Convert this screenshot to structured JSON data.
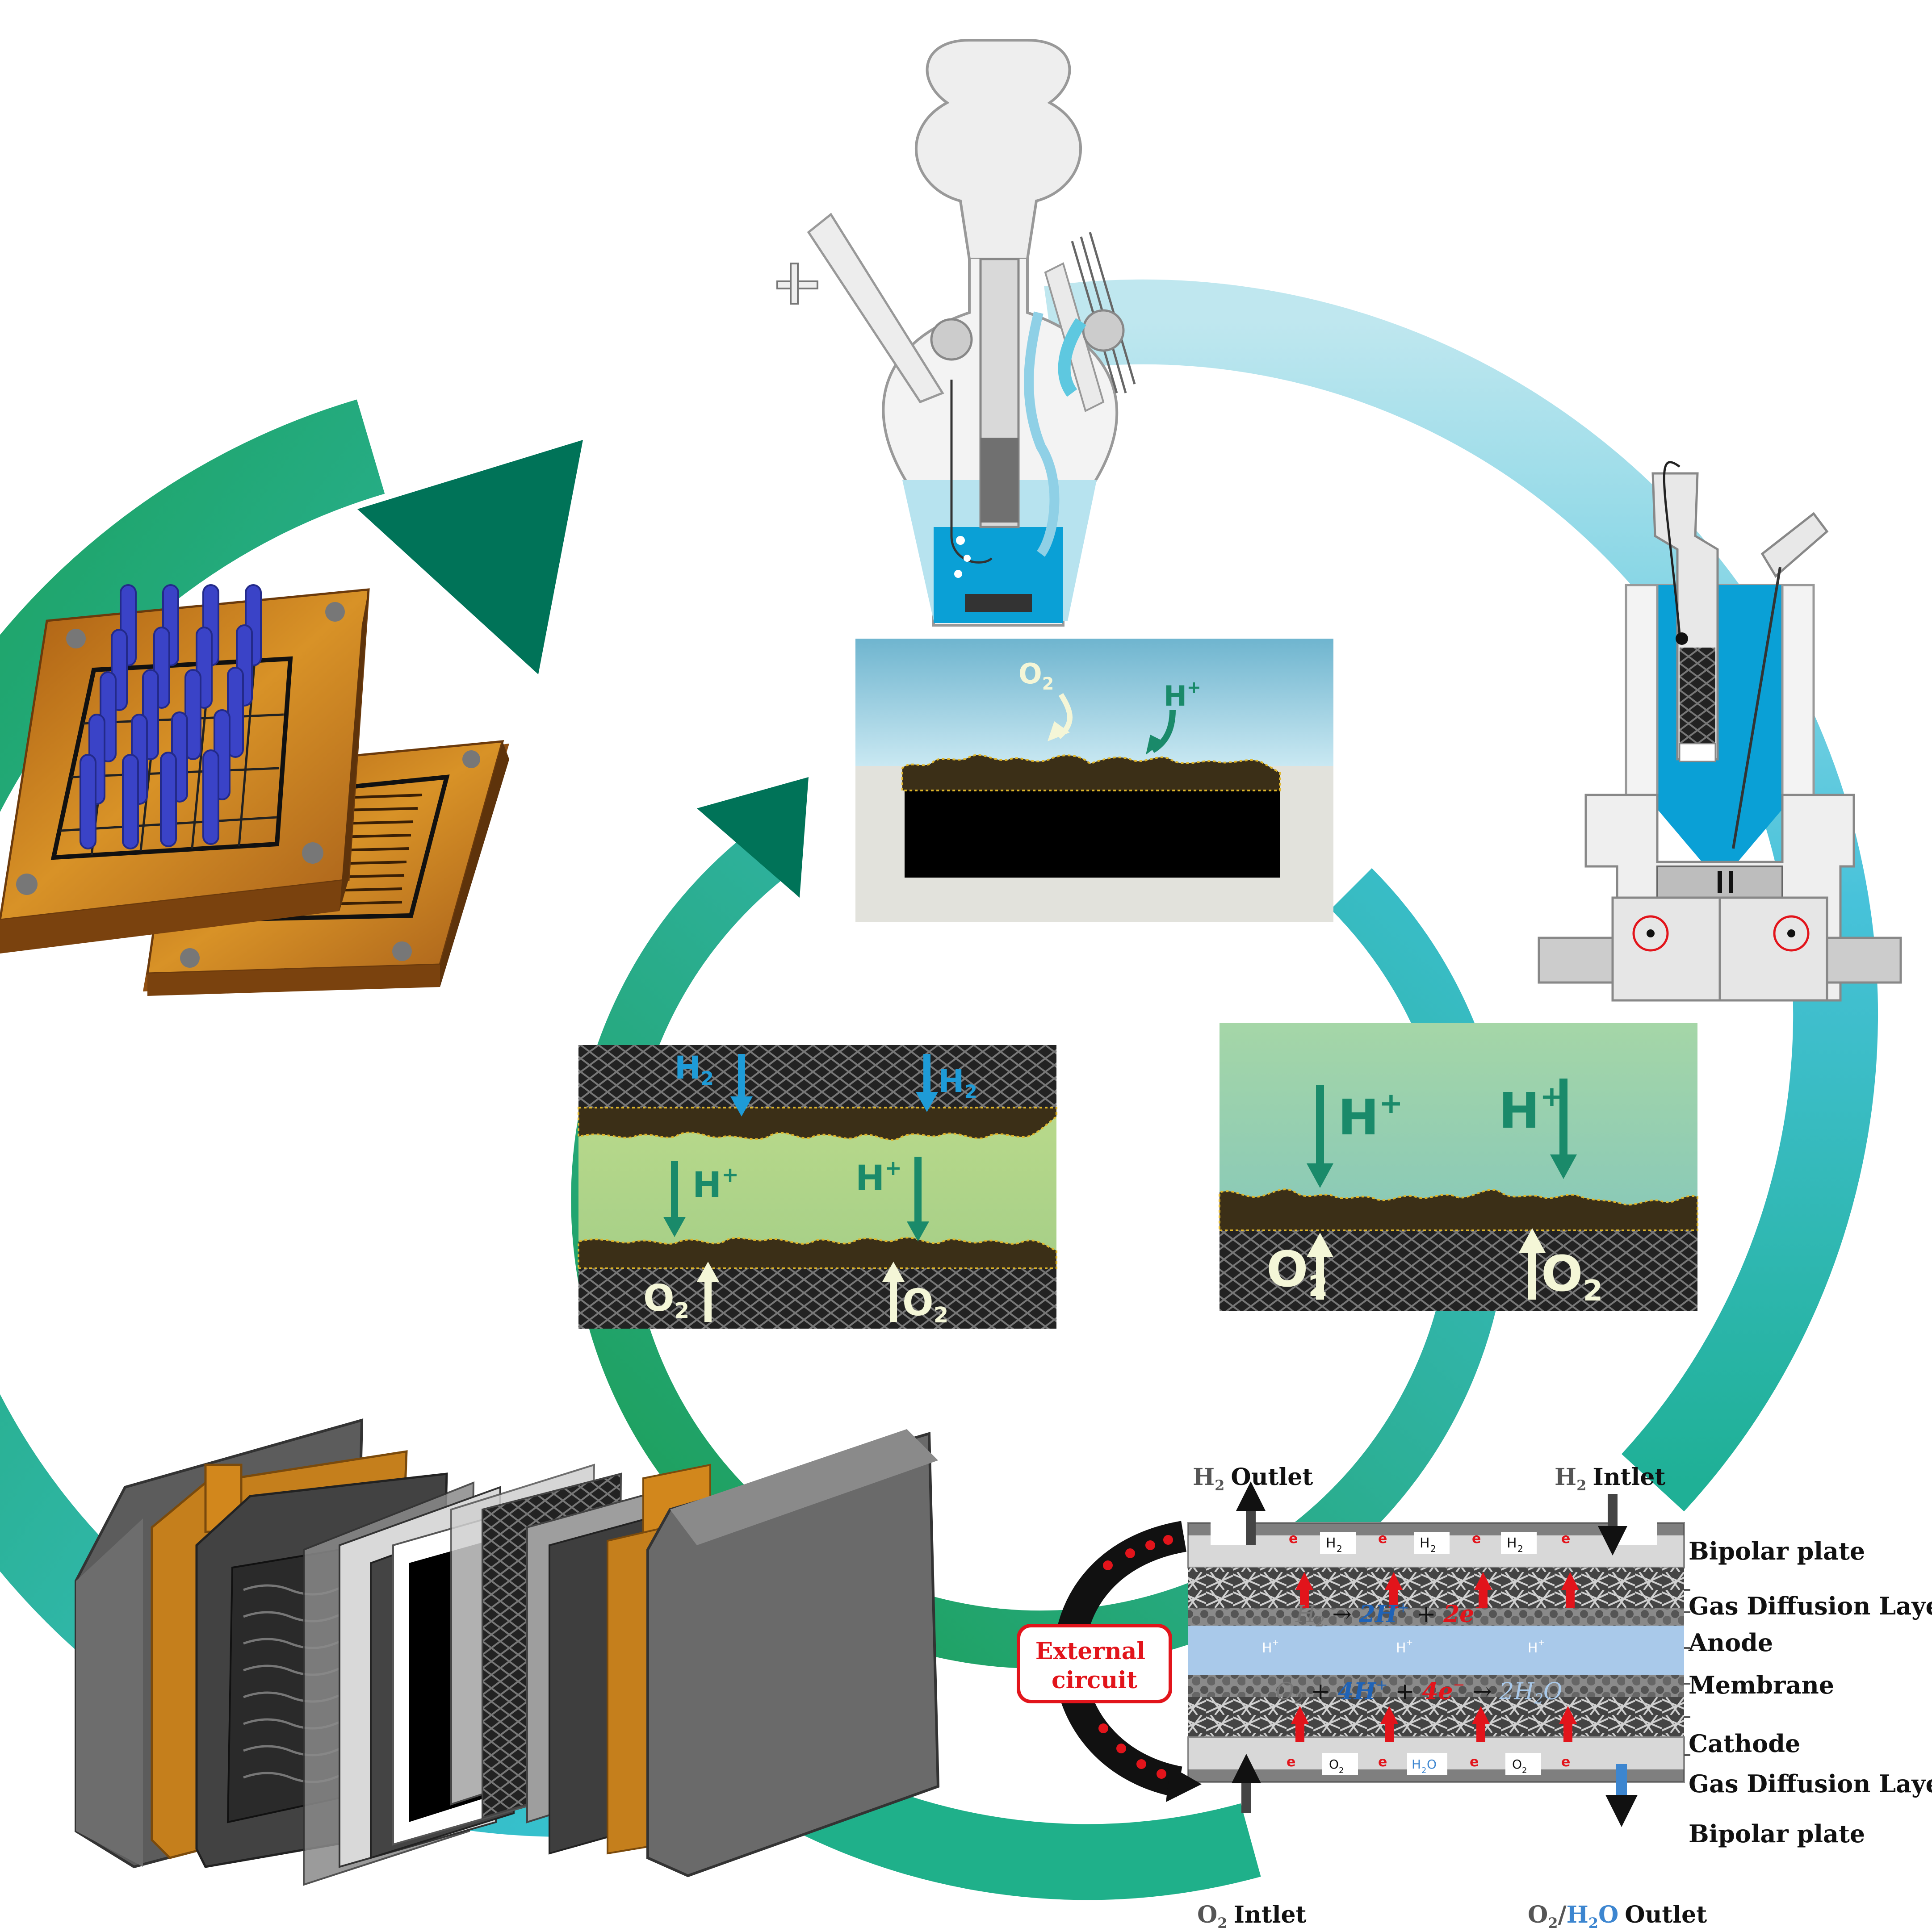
{
  "colors": {
    "outer_ring_gradient_start": "#1aa05a",
    "outer_ring_gradient_end": "#39c3d9",
    "inner_ring_gradient_start": "#1a9c4f",
    "inner_ring_gradient_end": "#3bbfd0",
    "arrow_head": "#007358",
    "electrolyte": "#0aa0d6",
    "catalyst": "#3b2f17",
    "h_plus_arrow": "#1a8a6a",
    "o2_arrow": "#f4f6d7",
    "h2_arrow": "#1e9bd7",
    "membrane_blue": "#a9c9ea",
    "red_arrow": "#e2141b",
    "external_circuit_border": "#e2141b",
    "plate_orange": "#d2871c"
  },
  "icons": [
    "gas-diffusion-electrode-cell-icon",
    "rotating-disk-electrode-cell-icon",
    "fuel-cell-stack-icon",
    "flow-field-plate-icon",
    "segmented-cell-plate-icon"
  ],
  "panel_rde": {
    "o2": "O",
    "o2_sub": "2",
    "h_plus": "H",
    "h_plus_sup": "+"
  },
  "panel_gde": {
    "h_plus_1": "H",
    "h_plus_2": "H",
    "sup": "+",
    "o2_1": "O",
    "o2_2": "O",
    "sub": "2"
  },
  "panel_mea": {
    "h2_1": "H",
    "h2_2": "H",
    "h_plus_1": "H",
    "h_plus_2": "H",
    "o2_1": "O",
    "o2_2": "O",
    "sub": "2",
    "sup": "+"
  },
  "pemfc": {
    "h2_outlet": "Outlet",
    "h2_intlet": "Intlet",
    "o2_intlet": "Intlet",
    "o2_h2o_outlet": "Outlet",
    "external_circuit_line1": "External",
    "external_circuit_line2": "circuit",
    "layers": [
      "Bipolar plate",
      "Gas Diffusion Layer",
      "Anode",
      "Membrane",
      "Cathode",
      "Gas Diffusion Layer",
      "Bipolar plate"
    ],
    "anode_reaction": {
      "lhs": "H",
      "lhs_sub": "2",
      "arrow": " → ",
      "h": "2H",
      "plus": " + ",
      "e": "2e"
    },
    "cathode_reaction": {
      "o": "O",
      "o_sub": "2",
      "plus1": " + ",
      "h": "4H",
      "plus2": " + ",
      "e": "4e",
      "arrow": " → ",
      "w": "2H",
      "w_sub": "2",
      "w_o": "O"
    },
    "e_label": "e",
    "h2_box": "H",
    "o2_box": "O",
    "h2o_box": "H",
    "h_plus_label": "H"
  }
}
